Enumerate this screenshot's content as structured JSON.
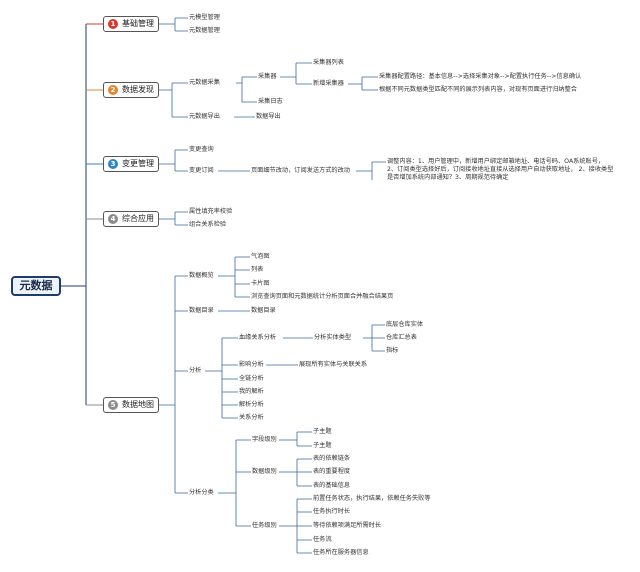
{
  "root": {
    "label": "元数据"
  },
  "branches": [
    {
      "num": "1",
      "label": "基础管理",
      "color": "#d93a2b"
    },
    {
      "num": "2",
      "label": "数据发现",
      "color": "#e8842d"
    },
    {
      "num": "3",
      "label": "变更管理",
      "color": "#2f86c9"
    },
    {
      "num": "4",
      "label": "综合应用",
      "color": "#8c8c8c"
    },
    {
      "num": "5",
      "label": "数据地图",
      "color": "#8c8c8c"
    }
  ],
  "nodes": {
    "b1_model": "元模型管理",
    "b1_data": "元数据管理",
    "b2_collect": "元数据采集",
    "b2_export": "元数据导出",
    "b2_collector": "采集器",
    "b2_log": "采集日志",
    "b2_export_leaf": "数据导出",
    "b2_list": "采集器列表",
    "b2_new": "新增采集器",
    "b2_path": "采集器配置路径：基本信息-->选择采集对象-->配置执行任务-->信息确认",
    "b2_diff": "根据不同元数据类型匹配不同的展示列表内容，对现有页面进行归纳整合",
    "b3_query": "变更查询",
    "b3_sub": "变更订阅",
    "b3_change": "页面细节改动，订阅发送方式的改动",
    "b3_adjust": "调整内容：1、用户管理中，新增用户绑定邮箱地址、电话号码、OA系统账号， 2、订阅类型选择好后，订阅接收地址直接从选择用户自动获取地址， 2、接收类型是否增加系统内部通知？3、周期规范待确定",
    "b4_attr": "属性填充率校验",
    "b4_combo": "组合关系检验",
    "b5_overview": "数据概览",
    "b5_catalog": "数据目录",
    "b5_analysis": "分析",
    "b5_class": "分析分类",
    "ov_bubble": "气泡图",
    "ov_list": "列表",
    "ov_card": "卡片图",
    "ov_browse": "浏览查询页面和元数据统计分析页面合并融合结果页",
    "cat_leaf": "数据目录",
    "an_lineage": "血缘关系分析",
    "an_impact": "影响分析",
    "an_full": "全链分析",
    "an_mine": "我的解析",
    "an_parse": "解析分析",
    "an_rel": "关系分析",
    "an_entity_type": "分析实体类型",
    "an_wh": "底层仓库实体",
    "an_summary": "仓库汇总表",
    "an_metric": "指标",
    "an_impact_desc": "展现所有实体与关联关系",
    "cl_field": "字段级别",
    "cl_data": "数据级别",
    "cl_task": "任务级别",
    "cl_sub1": "子主题",
    "cl_sub2": "子主题",
    "cl_dep": "表的依赖链条",
    "cl_imp": "表的重要程度",
    "cl_base": "表的基础信息",
    "cl_pre": "前置任务状态，执行结果，依赖任务失败等",
    "cl_time": "任务执行时长",
    "cl_wait": "等待依赖项满足所需时长",
    "cl_flow": "任务流",
    "cl_server": "任务所在服务器信息"
  }
}
